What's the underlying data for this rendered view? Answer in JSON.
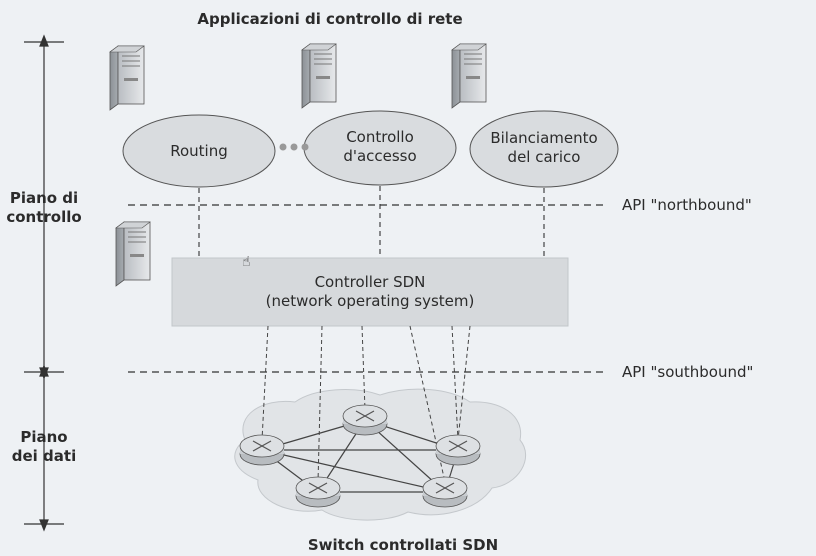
{
  "diagram": {
    "top_title": "Applicazioni di controllo di rete",
    "bottom_title": "Switch controllati SDN",
    "control_plane_label_line1": "Piano di",
    "control_plane_label_line2": "controllo",
    "data_plane_label_line1": "Piano",
    "data_plane_label_line2": "dei dati",
    "api_north": "API \"northbound\"",
    "api_south": "API \"southbound\"",
    "apps": [
      {
        "line1": "Routing",
        "line2": ""
      },
      {
        "line1": "Controllo",
        "line2": "d'accesso"
      },
      {
        "line1": "Bilanciamento",
        "line2": "del carico"
      }
    ],
    "controller_line1": "Controller SDN",
    "controller_line2": "(network operating system)"
  },
  "colors": {
    "ellipse_fill": "#d9dcdf",
    "controller_fill": "#d6d9dc",
    "cloud_fill": "#e1e4e7",
    "line": "#333333"
  }
}
